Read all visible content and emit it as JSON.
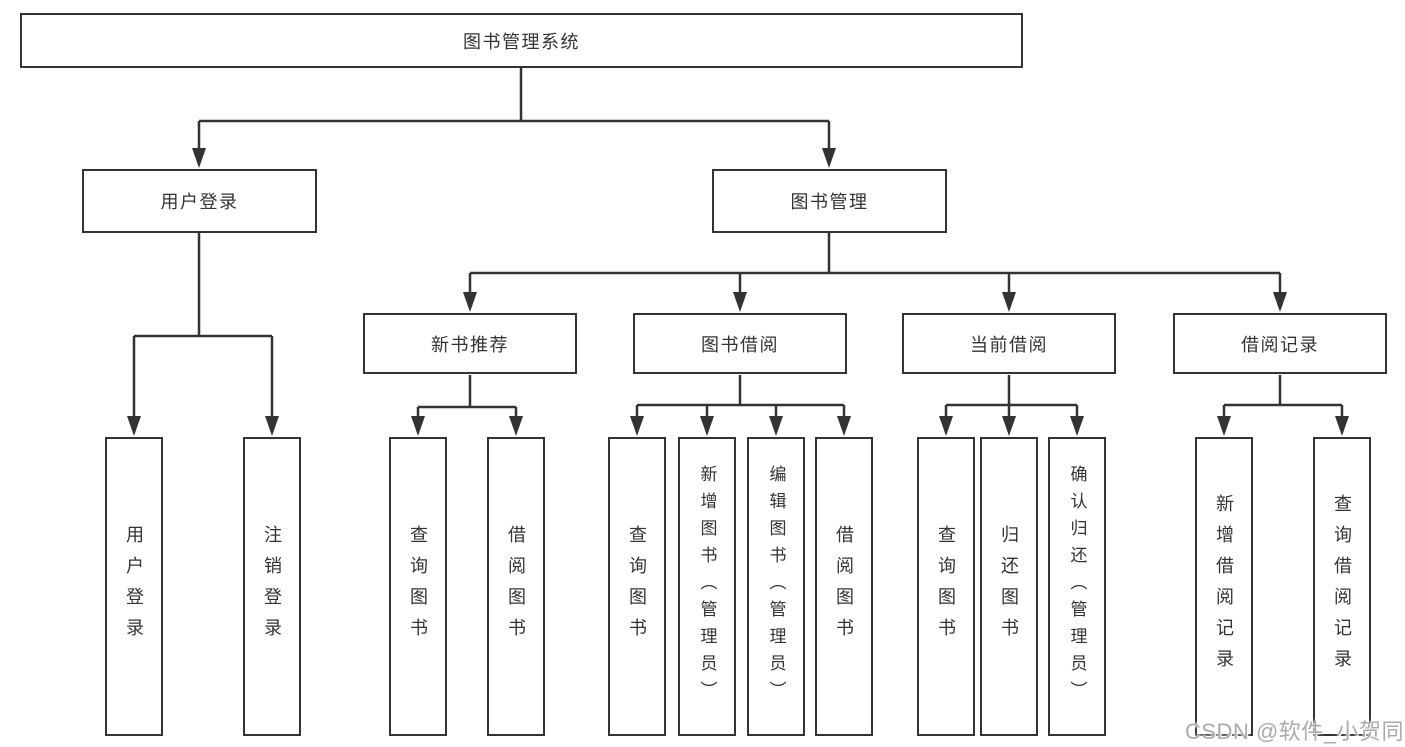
{
  "watermark": {
    "text": "CSDN @软件_小贺同学"
  },
  "colors": {
    "line": "#333333",
    "text": "#333333",
    "background": "#ffffff",
    "watermark": "#ababab"
  },
  "tree": {
    "label": "图书管理系统",
    "children": [
      {
        "label": "用户登录",
        "children": [
          {
            "label": "用户登录"
          },
          {
            "label": "注销登录"
          }
        ]
      },
      {
        "label": "图书管理",
        "children": [
          {
            "label": "新书推荐",
            "children": [
              {
                "label": "查询图书"
              },
              {
                "label": "借阅图书"
              }
            ]
          },
          {
            "label": "图书借阅",
            "children": [
              {
                "label": "查询图书"
              },
              {
                "label": "新增图书（管理员）"
              },
              {
                "label": "编辑图书（管理员）"
              },
              {
                "label": "借阅图书"
              }
            ]
          },
          {
            "label": "当前借阅",
            "children": [
              {
                "label": "查询图书"
              },
              {
                "label": "归还图书"
              },
              {
                "label": "确认归还（管理员）"
              }
            ]
          },
          {
            "label": "借阅记录",
            "children": [
              {
                "label": "新增借阅记录"
              },
              {
                "label": "查询借阅记录"
              }
            ]
          }
        ]
      }
    ]
  }
}
